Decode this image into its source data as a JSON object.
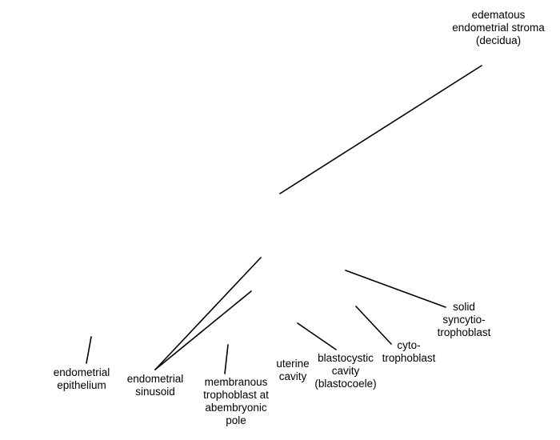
{
  "labels": {
    "decidua": [
      "edematous",
      "endometrial stroma",
      "(decidua)"
    ],
    "endometrial_epithelium": [
      "endometrial",
      "epithelium"
    ],
    "endometrial_sinusoid": [
      "endometrial",
      "sinusoid"
    ],
    "membranous_trophoblast": [
      "membranous",
      "trophoblast at",
      "abembryonic",
      "pole"
    ],
    "uterine_cavity": [
      "uterine",
      "cavity"
    ],
    "blastocystic_cavity": [
      "blastocystic",
      "cavity",
      "(blastocoele)"
    ],
    "cytotrophoblast": [
      "cyto-",
      "trophoblast"
    ],
    "syncytiotrophoblast": [
      "solid",
      "syncytio-",
      "trophoblast"
    ]
  },
  "colors": {
    "background": "#ffffff",
    "line": "#000000",
    "text": "#000000"
  }
}
